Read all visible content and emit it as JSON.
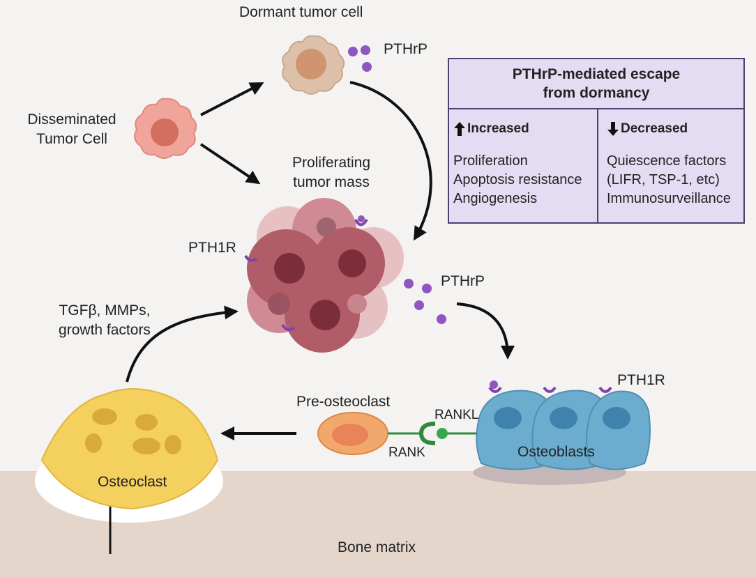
{
  "labels": {
    "dormant_cell": "Dormant tumor cell",
    "pthrp_top": "PTHrP",
    "disseminated": "Disseminated\nTumor Cell",
    "proliferating": "Proliferating\ntumor mass",
    "pth1r_left": "PTH1R",
    "pthrp_mid": "PTHrP",
    "tgf": "TGFβ, MMPs,\ngrowth factors",
    "pth1r_right": "PTH1R",
    "pre_osteoclast": "Pre-osteoclast",
    "rankl": "RANKL",
    "rank": "RANK",
    "osteoblasts": "Osteoblasts",
    "osteoclast": "Osteoclast",
    "bone_matrix": "Bone matrix"
  },
  "summary_box": {
    "title": "PTHrP-mediated escape\nfrom dormancy",
    "increased": {
      "heading": "Increased",
      "items": [
        "Proliferation",
        "Apoptosis resistance",
        "Angiogenesis"
      ]
    },
    "decreased": {
      "heading": "Decreased",
      "items": [
        "Quiescence factors",
        "(LIFR, TSP-1, etc)",
        "Immunosurveillance"
      ]
    }
  },
  "colors": {
    "background": "#f4f3f2",
    "bone": "#e5d6cb",
    "box_fill": "#e3dcf3",
    "box_border": "#4a4170",
    "pthrp_dot": "#8f55c0",
    "tumor": "#b05d68",
    "osteoblast": "#6cadcf",
    "osteoclast": "#f4d05e",
    "pre_osteoclast": "#f2a86c",
    "rank_green": "#2e8b3c"
  }
}
